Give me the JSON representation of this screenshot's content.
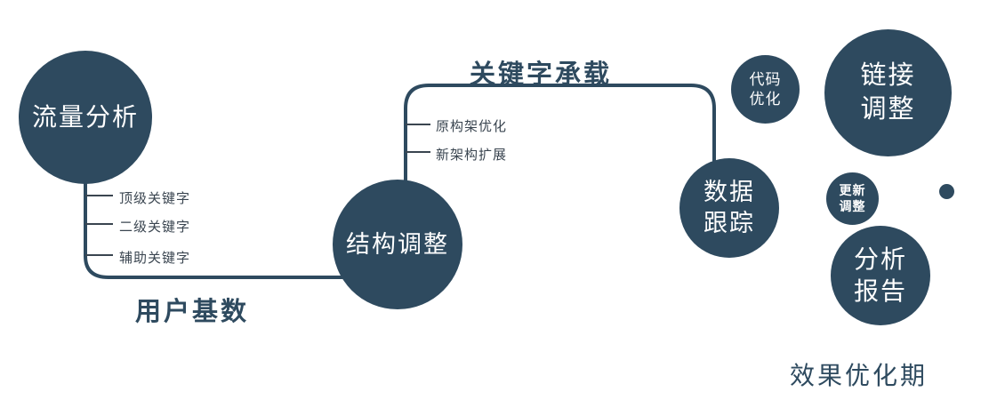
{
  "colors": {
    "primary": "#2e4a5f",
    "background": "#ffffff",
    "branch_text": "#3a4550"
  },
  "nodes": {
    "traffic": {
      "label": "流量分析"
    },
    "structure": {
      "label": "结构调整"
    },
    "data_tracking": {
      "line1": "数据",
      "line2": "跟踪"
    },
    "code_opt": {
      "line1": "代码",
      "line2": "优化"
    },
    "link_adjust": {
      "line1": "链接",
      "line2": "调整"
    },
    "update_adjust": {
      "line1": "更新",
      "line2": "调整"
    },
    "analysis_report": {
      "line1": "分析",
      "line2": "报告"
    }
  },
  "branches": {
    "traffic": [
      "顶级关键字",
      "二级关键字",
      "辅助关键字"
    ],
    "structure": [
      "原构架优化",
      "新架构扩展"
    ]
  },
  "edges": {
    "user_base": "用户基数",
    "keyword_carry": "关键字承载"
  },
  "footer": "效果优化期"
}
